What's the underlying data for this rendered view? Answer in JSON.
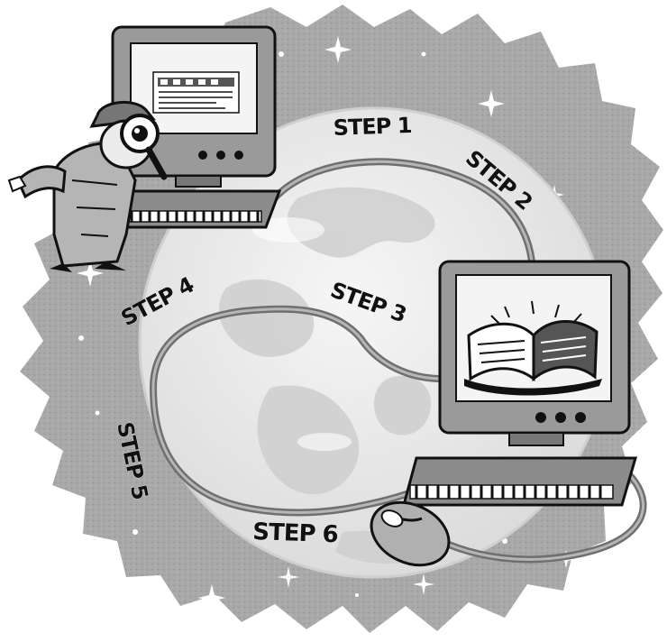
{
  "illustration": {
    "steps": [
      {
        "id": "step-1",
        "label": "STEP 1"
      },
      {
        "id": "step-2",
        "label": "STEP 2"
      },
      {
        "id": "step-3",
        "label": "STEP 3"
      },
      {
        "id": "step-4",
        "label": "STEP 4"
      },
      {
        "id": "step-5",
        "label": "STEP 5"
      },
      {
        "id": "step-6",
        "label": "STEP 6"
      }
    ],
    "colors": {
      "background": "#ffffff",
      "starfield": "#a9a9a9",
      "globe": "#e9e9e9",
      "continents": "#d2d2d2",
      "cable": "#8d8d8d",
      "ink": "#111111",
      "screen": "#f4f4f4"
    },
    "icons": [
      "detective-icon",
      "magnifying-glass-icon",
      "computer-monitor-icon",
      "keyboard-icon",
      "open-book-icon",
      "mouse-icon",
      "globe-icon",
      "star-icon"
    ]
  }
}
